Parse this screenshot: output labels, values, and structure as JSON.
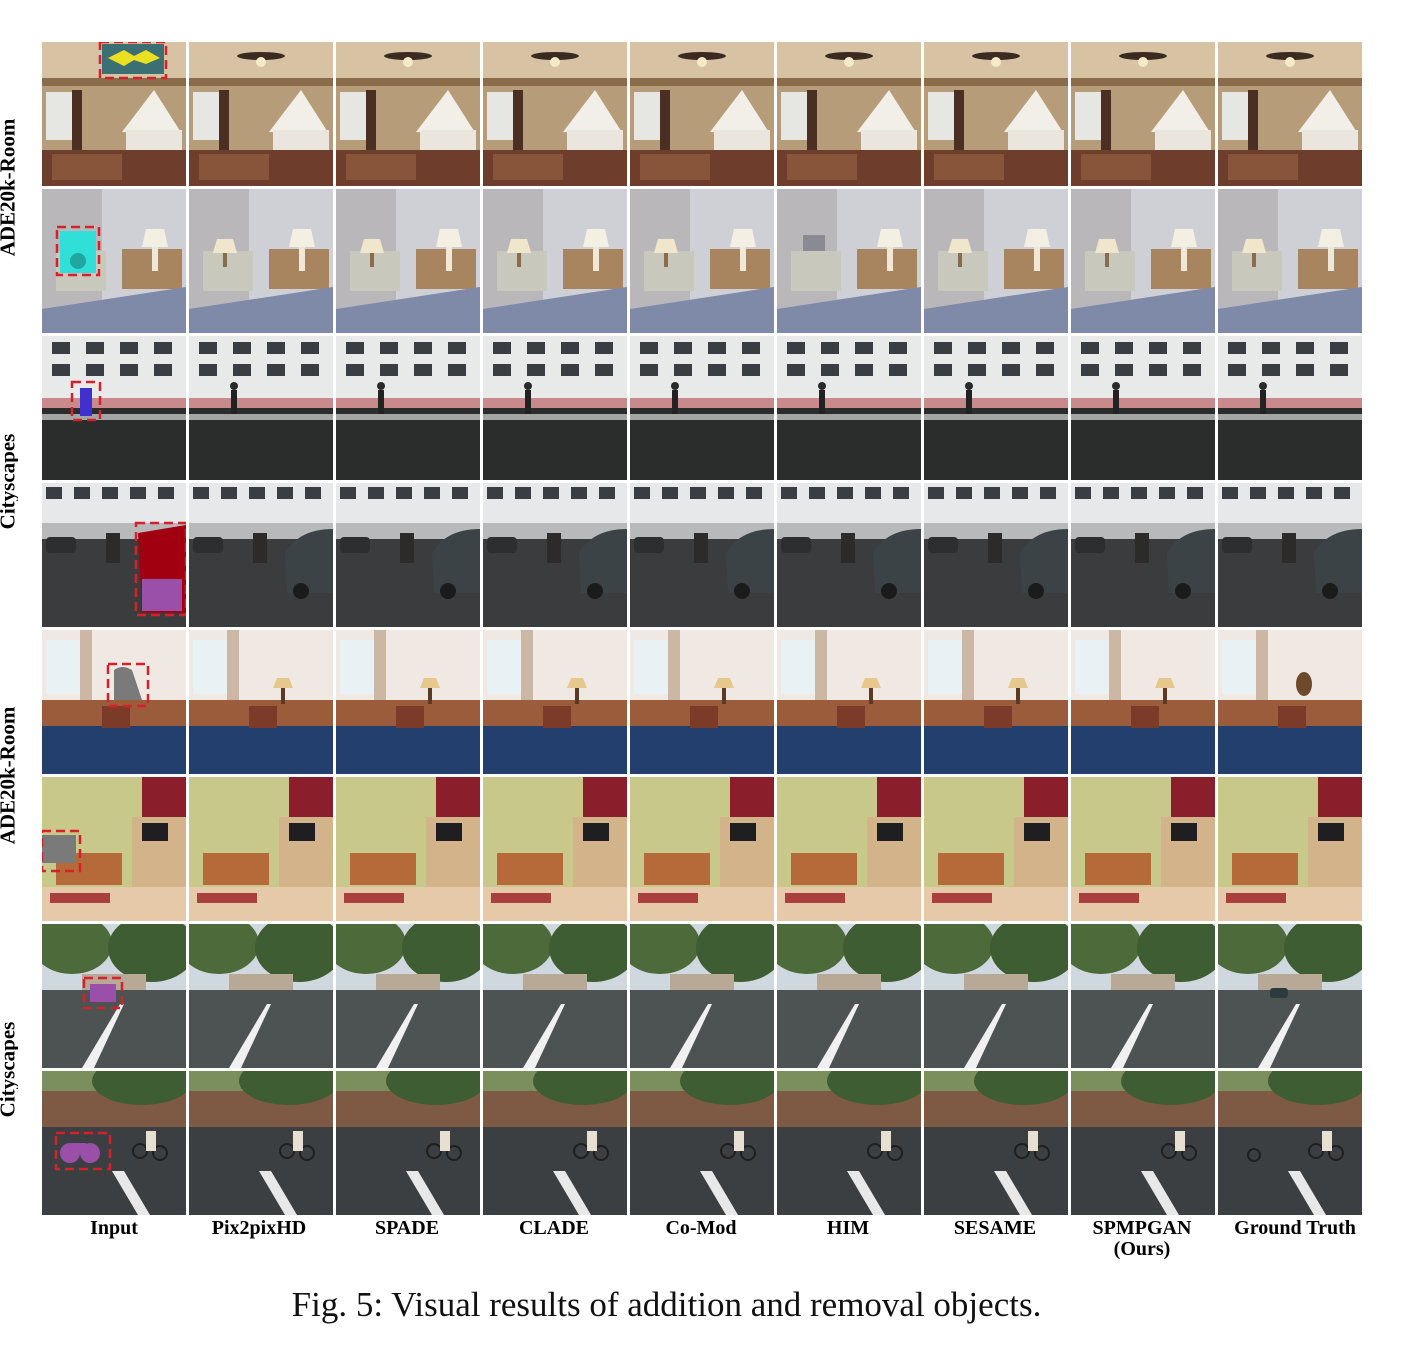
{
  "row_groups": [
    {
      "label": "ADE20k-Room"
    },
    {
      "label": "Cityscapes"
    },
    {
      "label": "ADE20k-Room"
    },
    {
      "label": "Cityscapes"
    }
  ],
  "columns": [
    {
      "label": "Input",
      "sub": ""
    },
    {
      "label": "Pix2pixHD",
      "sub": ""
    },
    {
      "label": "SPADE",
      "sub": ""
    },
    {
      "label": "CLADE",
      "sub": ""
    },
    {
      "label": "Co-Mod",
      "sub": ""
    },
    {
      "label": "HIM",
      "sub": ""
    },
    {
      "label": "SESAME",
      "sub": ""
    },
    {
      "label": "SPMPGAN",
      "sub": "(Ours)"
    },
    {
      "label": "Ground Truth",
      "sub": ""
    }
  ],
  "rows": [
    {
      "scene": "bedroom-ceiling-fan"
    },
    {
      "scene": "bedroom-lamp"
    },
    {
      "scene": "street-pedestrian"
    },
    {
      "scene": "street-car-cyclist"
    },
    {
      "scene": "bedroom-blue-bed"
    },
    {
      "scene": "bedroom-green-wall"
    },
    {
      "scene": "road-trees"
    },
    {
      "scene": "street-cyclists"
    }
  ],
  "colors": {
    "mask_box": "#d6202a",
    "mask_yellow": "#e8e020",
    "mask_cyan": "#30e0d8",
    "mask_blue": "#4030d0",
    "mask_red": "#a00010",
    "mask_purple": "#9a50a8",
    "mask_gray": "#7a7a7a"
  },
  "caption": "Fig. 5: Visual results of addition and removal objects."
}
